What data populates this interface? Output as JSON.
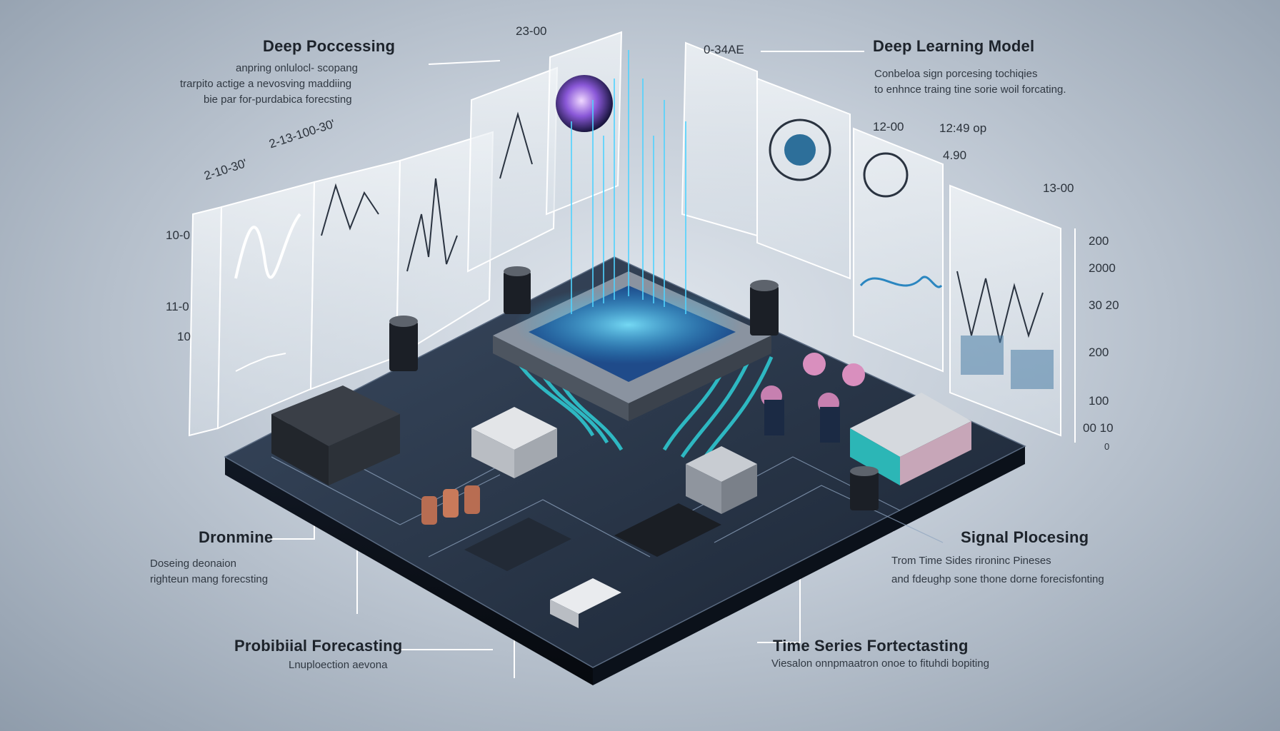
{
  "callouts": {
    "deep_processing": {
      "title": "Deep Poccessing",
      "lines": [
        "anpring onlulocl- scopang",
        "trarpito actige a nevosving maddiing",
        "bie par for-purdabica forecsting"
      ]
    },
    "deep_learning": {
      "title": "Deep Learning Model",
      "lines": [
        "Conbeloa sign porcesing tochiqies",
        "to enhnce traing tine sorie woil forcating."
      ]
    },
    "dronmine": {
      "title": "Dronmine",
      "lines": [
        "Doseing deonaion",
        "righteun mang forecsting"
      ]
    },
    "signal_processing": {
      "title": "Signal Plocesing",
      "lines": [
        "Trom Time Sides rironinc Pineses",
        "and fdeughp sone thone dorne forecisfonting"
      ]
    },
    "probabilistic": {
      "title": "Probibiial Forecasting",
      "lines": [
        "Lnuploection aevona"
      ]
    },
    "time_series": {
      "title": "Time Series Fortectasting",
      "lines": [
        "Viesalon onnpmaatron onoe to fituhdi bopiting"
      ]
    }
  },
  "ticks": {
    "top_center": "23-00",
    "panel_a": "2-13-100-30'",
    "panel_b": "2-10-30'",
    "panel_mid": "0-34AE",
    "right_a": "12-00",
    "right_b": "12:49 op",
    "right_c": "4.90",
    "right_d": "13-00",
    "left_a": "10-0",
    "left_b": "11-0",
    "left_c": "10",
    "axis_right": [
      "200",
      "2000",
      "30 20",
      "200",
      "100",
      "00 10",
      "0"
    ]
  },
  "colors": {
    "board": "#1f2a3a",
    "glow": "#35c8ff",
    "chip": "#5a6270",
    "panel": "#eef3f7"
  }
}
